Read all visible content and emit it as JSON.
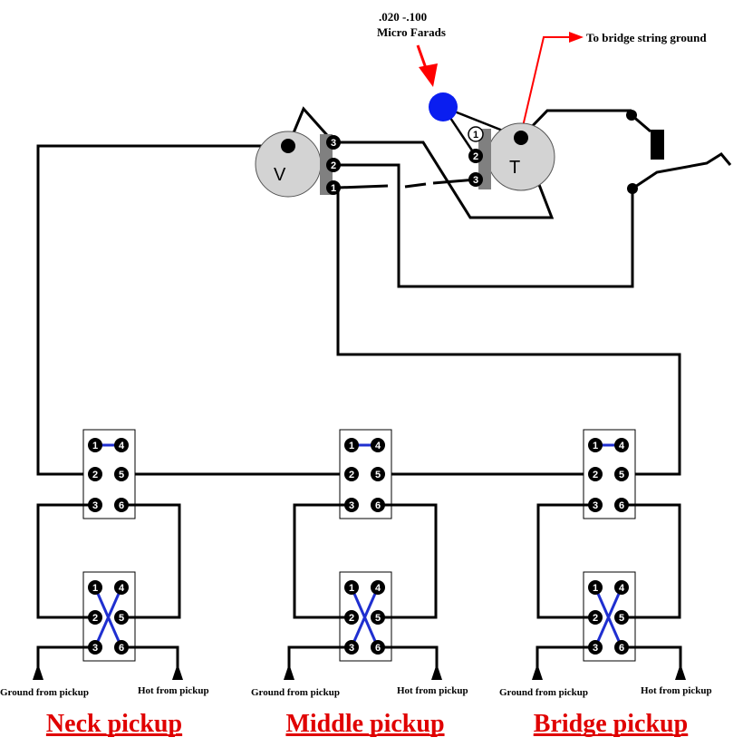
{
  "colors": {
    "wire": "#000000",
    "pot": "#d3d3d3",
    "pot_lug_plate": "#808080",
    "capacitor": "#0a1ef0",
    "arrow": "#ff0000",
    "title": "#e00000",
    "jumper": "#1f2fd0"
  },
  "capacitor": {
    "label_line1": ".020 -.100",
    "label_line2": "Micro Farads"
  },
  "bridge_ground_label": "To bridge string ground",
  "volume_pot": {
    "label": "V",
    "lug_labels": [
      "3",
      "2",
      "1"
    ]
  },
  "tone_pot": {
    "label": "T",
    "lug_labels": [
      "1",
      "2",
      "3"
    ]
  },
  "switches": {
    "lug_labels": [
      "1",
      "4",
      "2",
      "5",
      "3",
      "6"
    ]
  },
  "pickups": [
    {
      "title": "Neck pickup",
      "ground_label": "Ground from pickup",
      "hot_label": "Hot from pickup"
    },
    {
      "title": "Middle pickup",
      "ground_label": "Ground from pickup",
      "hot_label": "Hot from pickup"
    },
    {
      "title": "Bridge pickup",
      "ground_label": "Ground from pickup",
      "hot_label": "Hot from pickup"
    }
  ]
}
